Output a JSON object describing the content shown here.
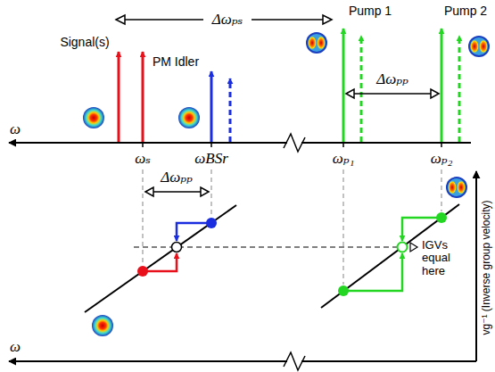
{
  "diagram": {
    "labels": [
      "Δωₚₛ",
      "Signal(s)",
      "PM Idler",
      "Pump 1",
      "Pump 2",
      "ω",
      "ωₛ",
      "ωBSr",
      "ωₚ₁",
      "ωₚ₂",
      "Δωₚₚ",
      "Δωₚₚ",
      "IGVs equal here",
      "ω",
      "vg⁻¹ (Inverse group velocity)"
    ]
  }
}
